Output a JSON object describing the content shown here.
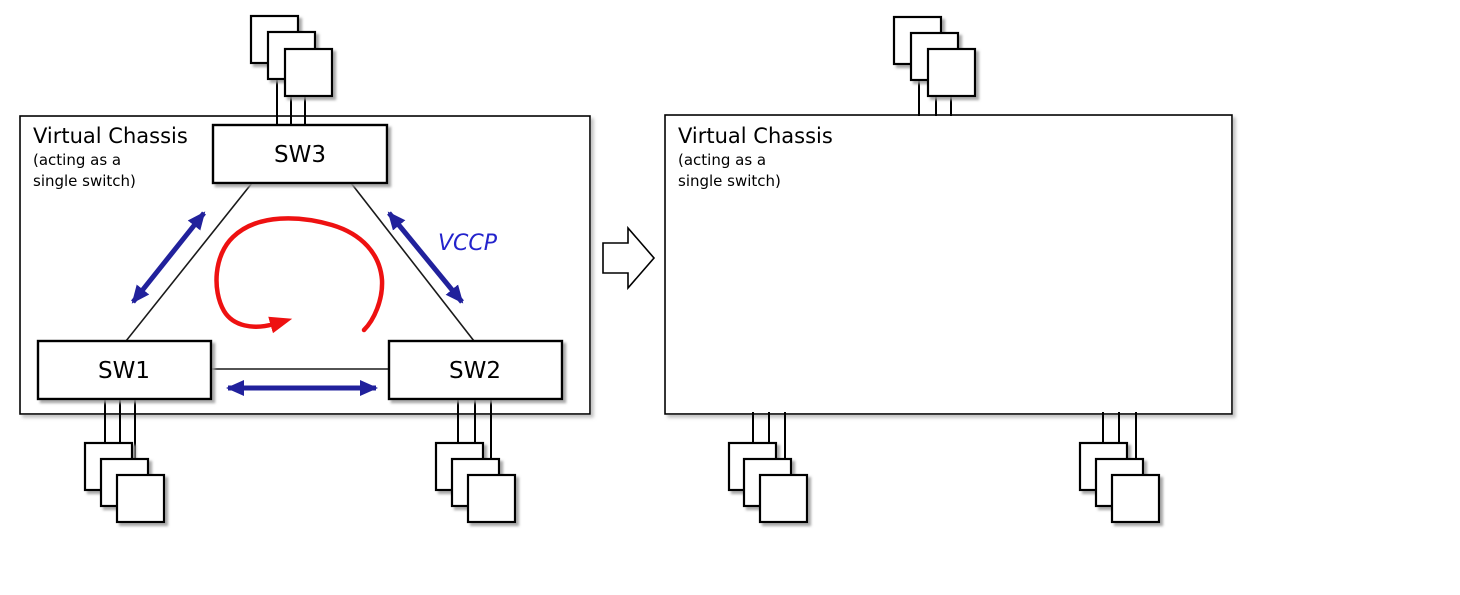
{
  "colors": {
    "link_arrow_blue": "#21219C",
    "protocol_text_blue": "#2323CC",
    "ring_arrow_red": "#EE1111"
  },
  "before_panel": {
    "title": "Virtual Chassis",
    "subtitle_line1": "(acting as a",
    "subtitle_line2": "single switch)",
    "switch1_label": "SW1",
    "switch2_label": "SW2",
    "switch3_label": "SW3",
    "protocol_label": "VCCP"
  },
  "after_panel": {
    "title": "Virtual Chassis",
    "subtitle_line1": "(acting as a",
    "subtitle_line2": "single switch)"
  }
}
